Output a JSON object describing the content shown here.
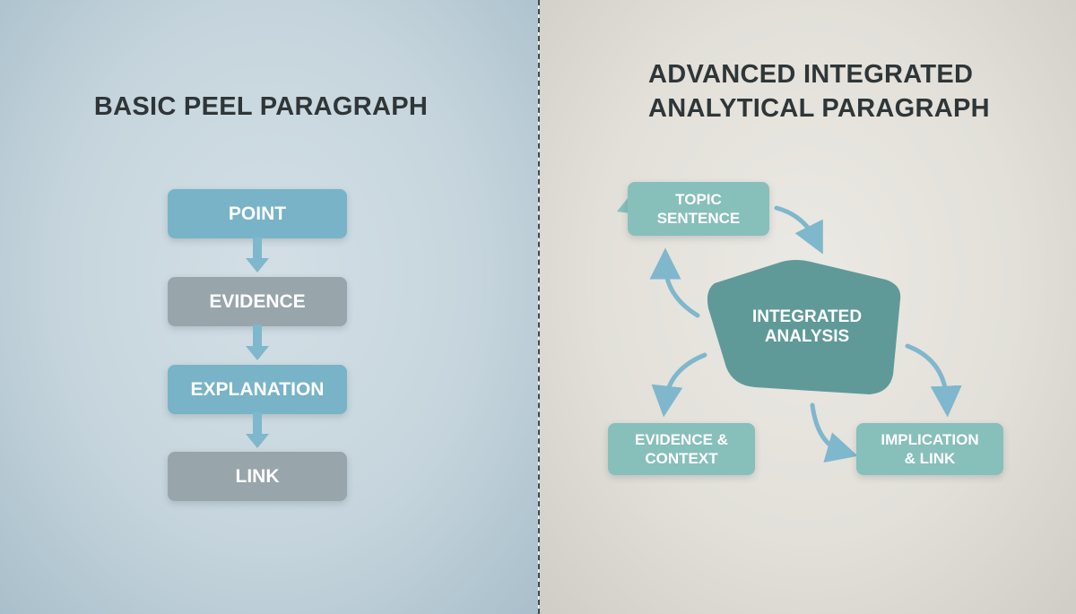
{
  "left": {
    "title": "BASIC PEEL PARAGRAPH",
    "steps": [
      "POINT",
      "EVIDENCE",
      "EXPLANATION",
      "LINK"
    ]
  },
  "right": {
    "title_line1": "ADVANCED INTEGRATED",
    "title_line2": "ANALYTICAL PARAGRAPH",
    "topic_line1": "TOPIC",
    "topic_line2": "SENTENCE",
    "center_line1": "INTEGRATED",
    "center_line2": "ANALYSIS",
    "evidence_line1": "EVIDENCE &",
    "evidence_line2": "CONTEXT",
    "implication_line1": "IMPLICATION",
    "implication_line2": "& LINK"
  },
  "colors": {
    "left_background": "#c6d5dd",
    "right_background": "#e2e0d9",
    "blue_box": "#78b3c7",
    "gray_box": "#98a5ab",
    "teal_box": "#87bfbb",
    "center_shape": "#5f9a98",
    "arrow": "#7fb7cc"
  }
}
